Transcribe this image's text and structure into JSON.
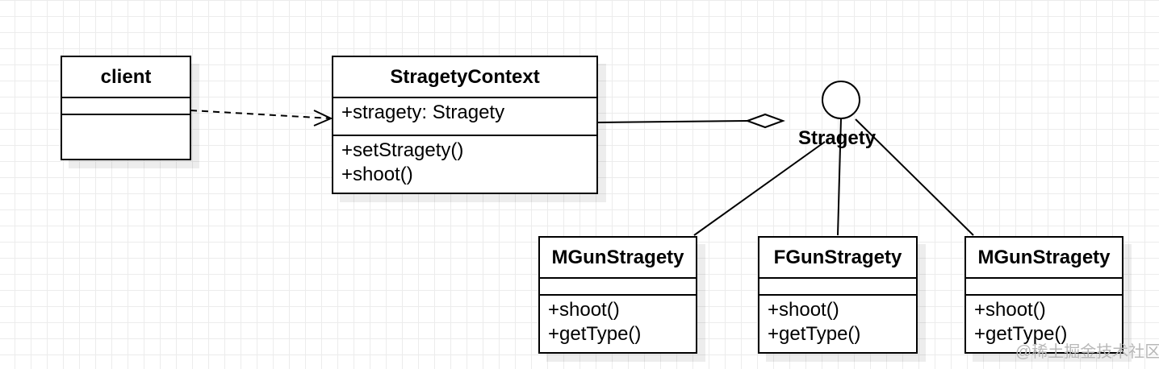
{
  "diagram": {
    "type": "uml-class-diagram",
    "classes": {
      "client": {
        "name": "client",
        "attributes": [],
        "operations": []
      },
      "context": {
        "name": "StragetyContext",
        "attributes": [
          "+stragety: Stragety"
        ],
        "operations": [
          "+setStragety()",
          "+shoot()"
        ]
      },
      "mgun1": {
        "name": "MGunStragety",
        "attributes": [],
        "operations": [
          "+shoot()",
          "+getType()"
        ]
      },
      "fgun": {
        "name": "FGunStragety",
        "attributes": [],
        "operations": [
          "+shoot()",
          "+getType()"
        ]
      },
      "mgun2": {
        "name": "MGunStragety",
        "attributes": [],
        "operations": [
          "+shoot()",
          "+getType()"
        ]
      }
    },
    "interface": {
      "name": "Stragety",
      "notation": "lollipop"
    },
    "relations": [
      {
        "from": "client",
        "to": "StragetyContext",
        "kind": "dependency",
        "style": "dashed",
        "arrow": "open"
      },
      {
        "from": "StragetyContext",
        "to": "Stragety",
        "kind": "aggregation",
        "style": "solid",
        "marker": "hollow-diamond"
      },
      {
        "from": "MGunStragety",
        "to": "Stragety",
        "kind": "realization",
        "style": "solid"
      },
      {
        "from": "FGunStragety",
        "to": "Stragety",
        "kind": "realization",
        "style": "solid"
      },
      {
        "from": "MGunStragety",
        "to": "Stragety",
        "kind": "realization",
        "style": "solid"
      }
    ]
  },
  "watermark": "@稀土掘金技术社区",
  "colors": {
    "line": "#000000",
    "box_fill": "#ffffff",
    "grid": "#ececec",
    "watermark": "#b8b8b8"
  }
}
